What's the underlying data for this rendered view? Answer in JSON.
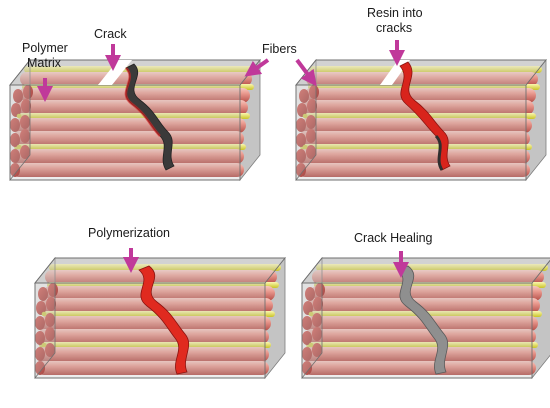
{
  "labels": {
    "polymer_matrix_line1": "Polymer",
    "polymer_matrix_line2": "Matrix",
    "crack": "Crack",
    "fibers": "Fibers",
    "resin_line1": "Resin into",
    "resin_line2": "cracks",
    "polymerization": "Polymerization",
    "crack_healing": "Crack Healing"
  },
  "colors": {
    "arrow": "#c0399a",
    "fiber_red": "#e07f7f",
    "fiber_yellow": "#e6e25a",
    "matrix": "#d8d8d8",
    "resin": "#d8241c",
    "healed": "#8c8c8c"
  }
}
